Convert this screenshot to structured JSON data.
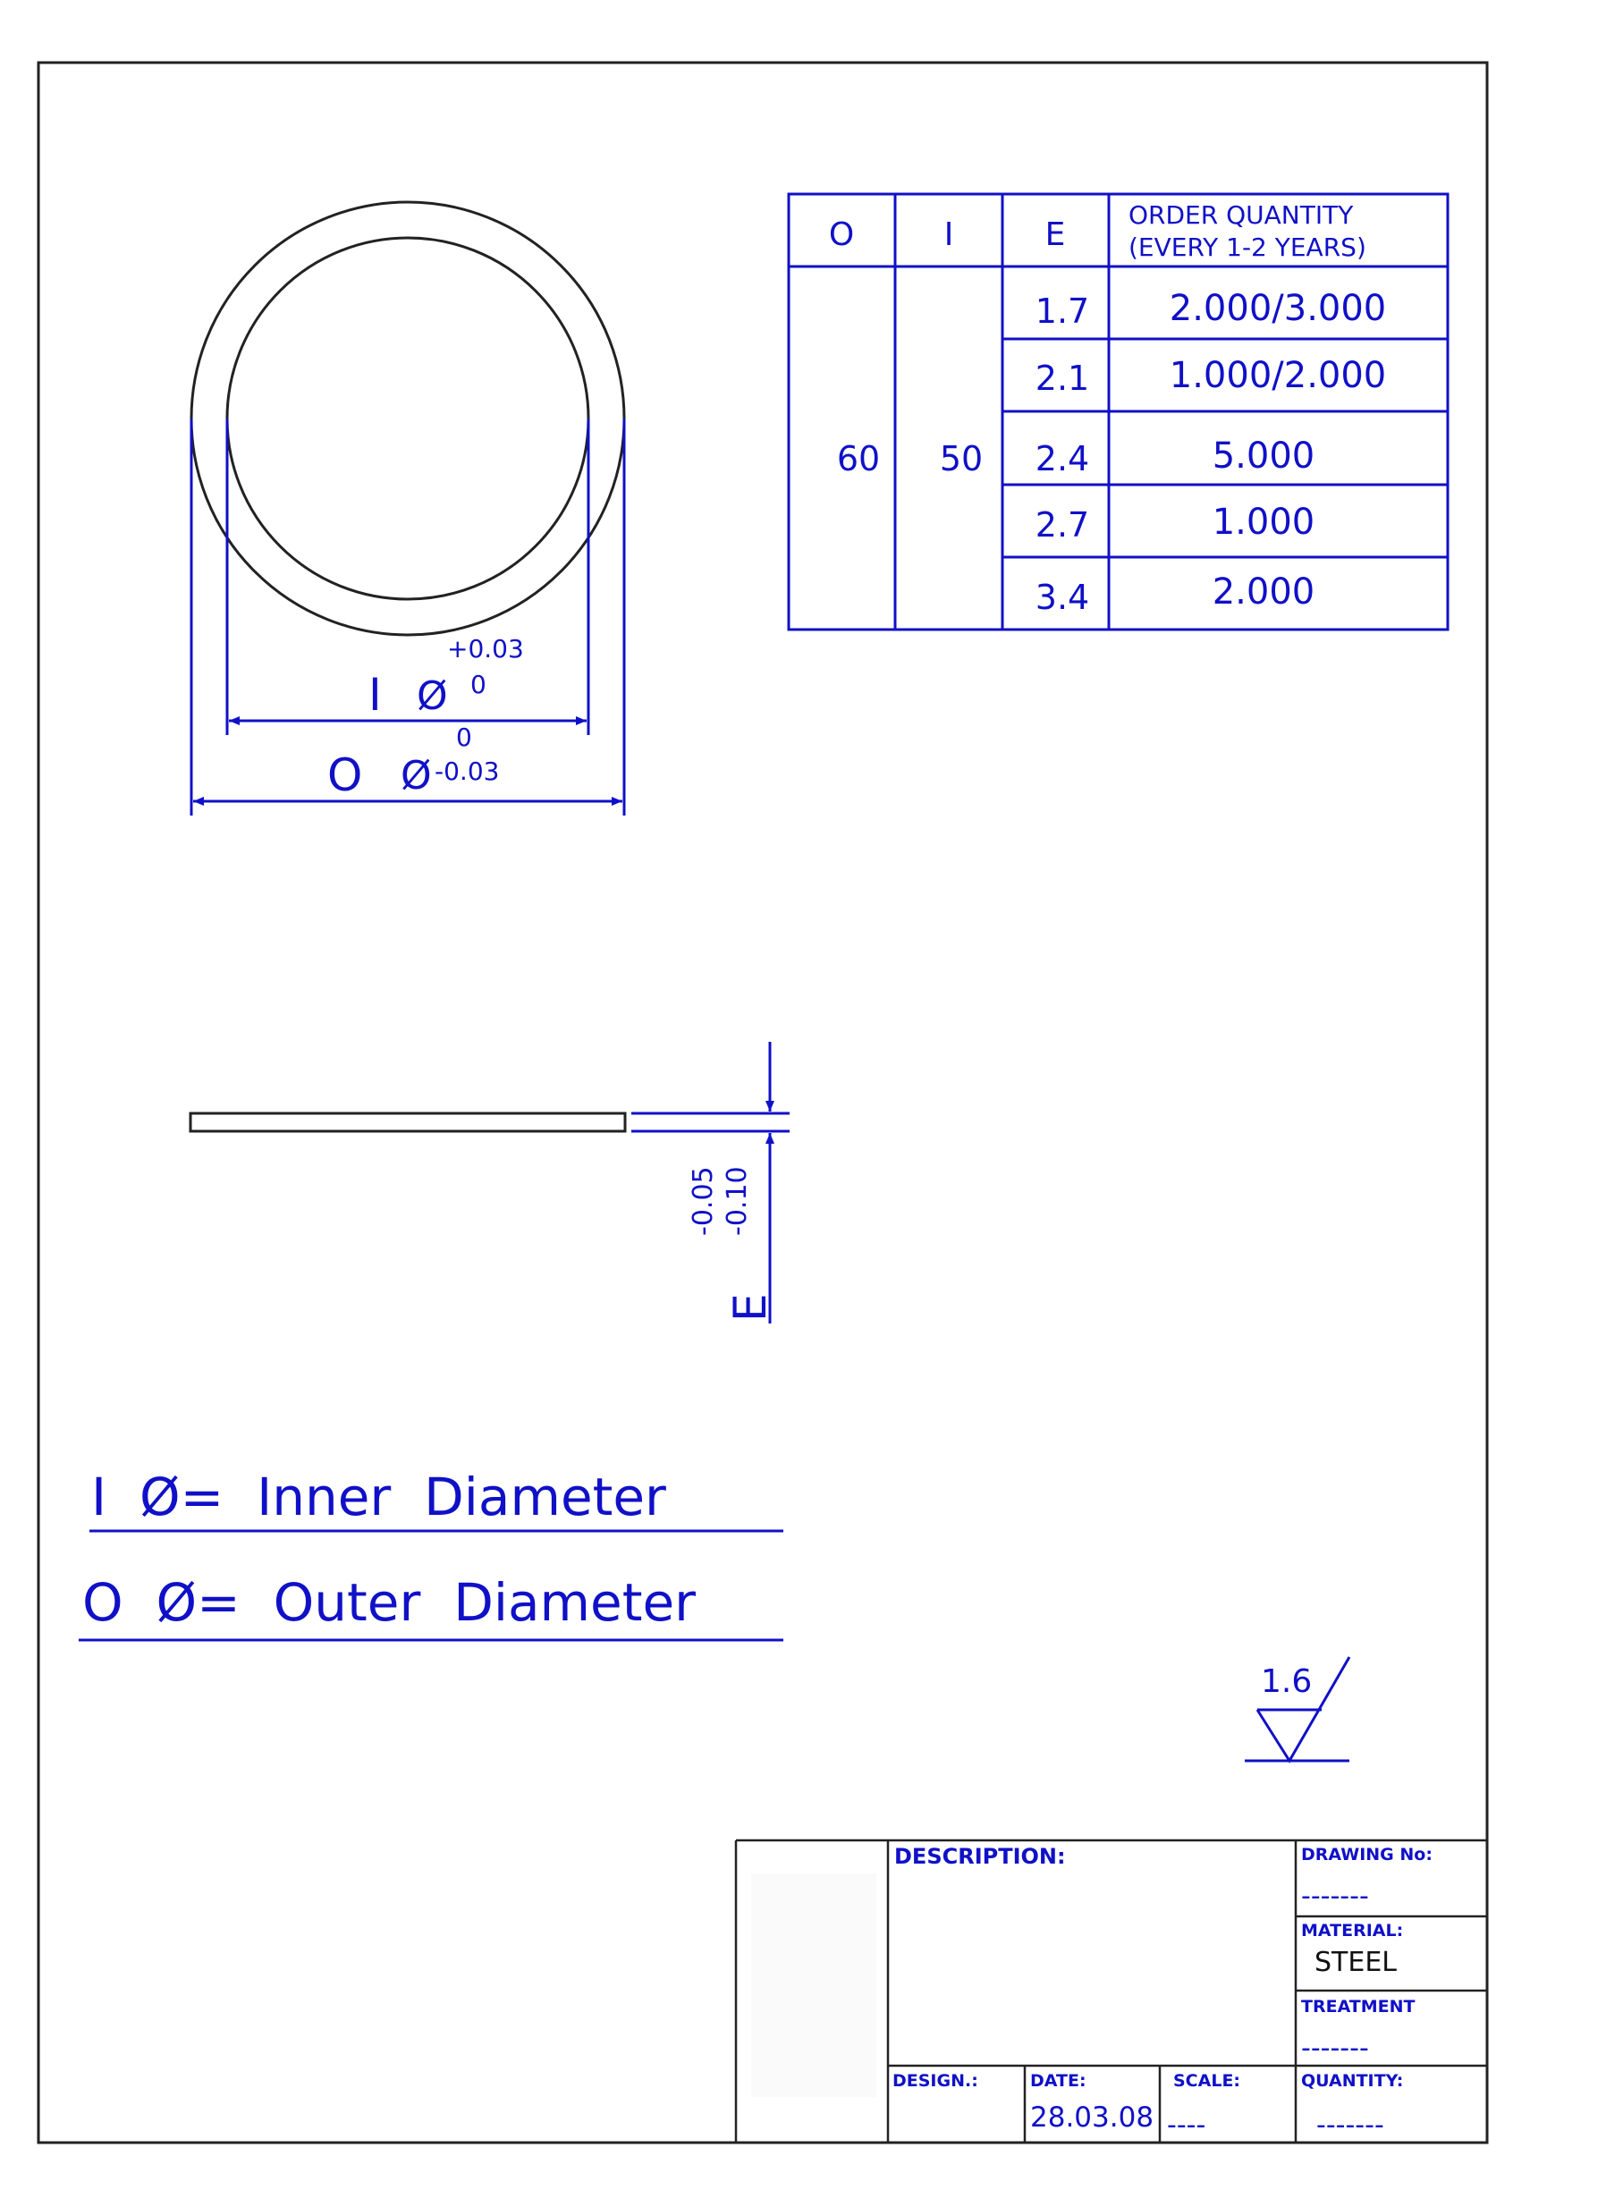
{
  "colors": {
    "line": "#1010c8",
    "outline": "#222222",
    "paper": "#ffffff"
  },
  "dimensions": {
    "inner_label": "I",
    "outer_label": "O",
    "diameter_symbol": "Ø",
    "inner_tol_upper": "+0.03",
    "inner_tol_lower": "0",
    "outer_tol_upper": "0",
    "outer_tol_lower": "-0.03",
    "thickness_label": "E",
    "thickness_tol_upper": "-0.05",
    "thickness_tol_lower": "-0.10"
  },
  "order_table": {
    "headers": [
      "O",
      "I",
      "E",
      "ORDER QUANTITY",
      "(EVERY 1-2 YEARS)"
    ],
    "outer_value": "60",
    "inner_value": "50",
    "rows": [
      {
        "e": "1.7",
        "qty": "2.000/3.000"
      },
      {
        "e": "2.1",
        "qty": "1.000/2.000"
      },
      {
        "e": "2.4",
        "qty": "5.000"
      },
      {
        "e": "2.7",
        "qty": "1.000"
      },
      {
        "e": "3.4",
        "qty": "2.000"
      }
    ]
  },
  "legend": {
    "inner": "I  Ø=  Inner  Diameter",
    "outer": "O  Ø=  Outer  Diameter"
  },
  "surface_finish": {
    "value": "1.6"
  },
  "title_block": {
    "description_label": "DESCRIPTION:",
    "drawing_no_label": "DRAWING No:",
    "drawing_no_value": "-------",
    "material_label": "MATERIAL:",
    "material_value": "STEEL",
    "treatment_label": "TREATMENT",
    "treatment_value": "-------",
    "design_label": "DESIGN.:",
    "date_label": "DATE:",
    "date_value": "28.03.08",
    "scale_label": "SCALE:",
    "scale_value": "----",
    "quantity_label": "QUANTITY:",
    "quantity_value": "-------"
  }
}
